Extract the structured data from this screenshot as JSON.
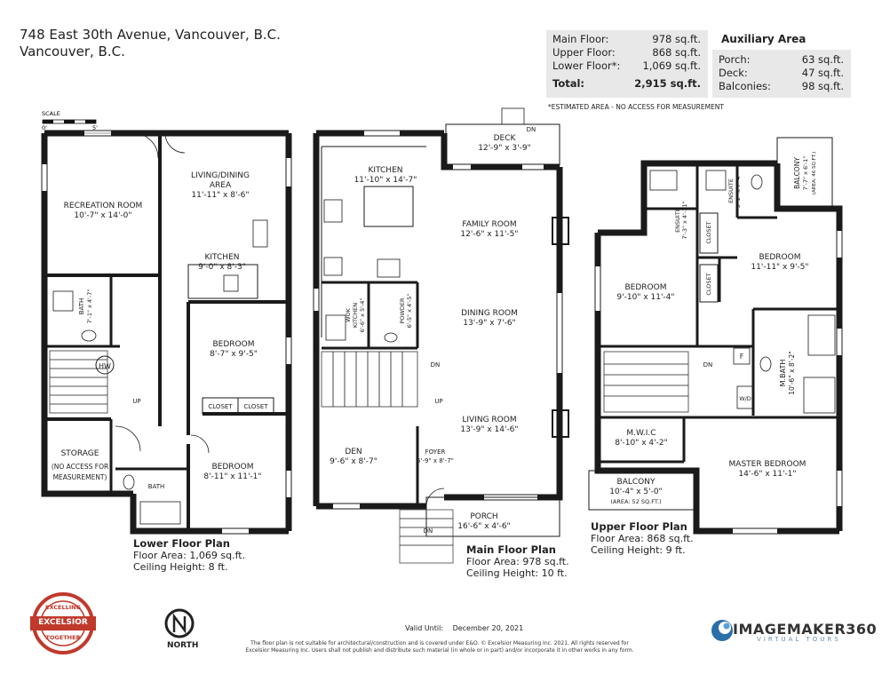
{
  "address": {
    "line1": "748 East 30th Avenue, Vancouver, B.C.",
    "line2": "Vancouver, B.C."
  },
  "summary": {
    "rows": [
      {
        "label": "Main Floor:",
        "value": "978 sq.ft."
      },
      {
        "label": "Upper Floor:",
        "value": "868 sq.ft."
      },
      {
        "label": "Lower Floor*:",
        "value": "1,069 sq.ft."
      }
    ],
    "total_label": "Total:",
    "total_value": "2,915 sq.ft.",
    "note": "*ESTIMATED AREA - NO ACCESS FOR MEASUREMENT"
  },
  "auxiliary": {
    "title": "Auxiliary Area",
    "rows": [
      {
        "label": "Porch:",
        "value": "63 sq.ft."
      },
      {
        "label": "Deck:",
        "value": "47 sq.ft."
      },
      {
        "label": "Balconies:",
        "value": "98 sq.ft."
      }
    ]
  },
  "scale": {
    "label": "SCALE",
    "zero": "0'",
    "five": "5'"
  },
  "lower_floor": {
    "rooms": {
      "recreation": {
        "name": "RECREATION ROOM",
        "dim": "10'-7\" x 14'-0\""
      },
      "living": {
        "name1": "LIVING/DINING",
        "name2": "AREA",
        "dim": "11'-11\" x 8'-6\""
      },
      "kitchen": {
        "name": "KITCHEN",
        "dim": "9'-0\" x 8'-3\""
      },
      "bath1": {
        "name": "BATH",
        "dim": "7'-1\" x 4'-7\""
      },
      "hw": "HW",
      "up": "UP",
      "bedroom1": {
        "name": "BEDROOM",
        "dim": "8'-7\" x 9'-5\""
      },
      "closet1": "CLOSET",
      "closet2": "CLOSET",
      "storage": {
        "name": "STORAGE",
        "l2": "(NO ACCESS FOR",
        "l3": "MEASUREMENT)"
      },
      "bath2": "BATH",
      "bedroom2": {
        "name": "BEDROOM",
        "dim": "8'-11\" x 11'-1\""
      }
    },
    "caption": {
      "title": "Lower Floor Plan",
      "area": "Floor Area: 1,069 sq.ft.",
      "ceiling": "Ceiling Height: 8 ft."
    }
  },
  "main_floor": {
    "rooms": {
      "deck": {
        "name": "DECK",
        "dim": "12'-9\" x 3'-9\"",
        "dn": "DN"
      },
      "kitchen": {
        "name": "KITCHEN",
        "dim": "11'-10\" x 14'-7\""
      },
      "family": {
        "name": "FAMILY ROOM",
        "dim": "12'-6\" x 11'-5\""
      },
      "wok": {
        "name1": "WOK",
        "name2": "KITCHEN",
        "dim": "6'-6\" x 5'-4\""
      },
      "powder": {
        "name": "POWDER",
        "dim": "6'-5\" x 4'-5\""
      },
      "dining": {
        "name": "DINING ROOM",
        "dim": "13'-9\" x 7'-6\""
      },
      "dn": "DN",
      "up": "UP",
      "living": {
        "name": "LIVING ROOM",
        "dim": "13'-9\" x 14'-6\""
      },
      "den": {
        "name": "DEN",
        "dim": "9'-6\" x 8'-7\""
      },
      "foyer": {
        "name": "FOYER",
        "dim": "5'-9\" x 8'-7\""
      },
      "porch": {
        "name": "PORCH",
        "dim": "16'-6\" x 4'-6\"",
        "dn": "DN"
      }
    },
    "caption": {
      "title": "Main Floor Plan",
      "area": "Floor Area: 978 sq.ft.",
      "ceiling": "Ceiling Height: 10 ft."
    }
  },
  "upper_floor": {
    "rooms": {
      "balcony1": {
        "name": "BALCONY",
        "dim": "7'-7\" x 6'-1\"",
        "area": "(AREA: 46 SQ.FT.)"
      },
      "ensuite1": {
        "name": "ENSUITE",
        "dim": "7'-3\" x 4'-11\""
      },
      "ensuite2": {
        "name": "ENSUITE",
        "dim": "5'-2\" x 7'-4\""
      },
      "closet1": "CLOSET",
      "closet2": "CLOSET",
      "bedroom1": {
        "name": "BEDROOM",
        "dim": "9'-10\" x 11'-4\""
      },
      "bedroom2": {
        "name": "BEDROOM",
        "dim": "11'-11\" x 9'-5\""
      },
      "dn": "DN",
      "f": "F",
      "mbath": {
        "name": "M.BATH",
        "dim": "10'-6\" x 8'-2\""
      },
      "wd": "W/D",
      "mwic": {
        "name": "M.W.I.C",
        "dim": "8'-10\" x 4'-2\""
      },
      "master": {
        "name": "MASTER BEDROOM",
        "dim": "14'-6\" x 11'-1\""
      },
      "balcony2": {
        "name": "BALCONY",
        "dim": "10'-4\" x 5'-0\"",
        "area": "(AREA: 52 SQ.FT.)"
      }
    },
    "caption": {
      "title": "Upper Floor Plan",
      "area": "Floor Area: 868 sq.ft.",
      "ceiling": "Ceiling Height: 9 ft."
    }
  },
  "footer": {
    "valid_label": "Valid Until:",
    "valid_date": "December 20, 2021",
    "disclaimer1": "The floor plan is not suitable for architectural/construction and is covered under E&O. © Excelsior Measuring Inc. 2021. All rights reserved for",
    "disclaimer2": "Excelsior Measuring Inc. Users shall not publish and distribute such material (in whole or in part) and/or incorporate it in other works in any form.",
    "north": "NORTH",
    "brand": "IMAGEMAKER360",
    "brand_sub": "VIRTUAL TOURS",
    "seal_top": "EXCELLING",
    "seal_mid": "EXCELSIOR",
    "seal_bot": "TOGETHER"
  },
  "colors": {
    "wall": "#1a1a1a",
    "summary_bg": "#e8e8e8",
    "seal": "#c0392b",
    "brand_blue": "#2a6fa8"
  }
}
